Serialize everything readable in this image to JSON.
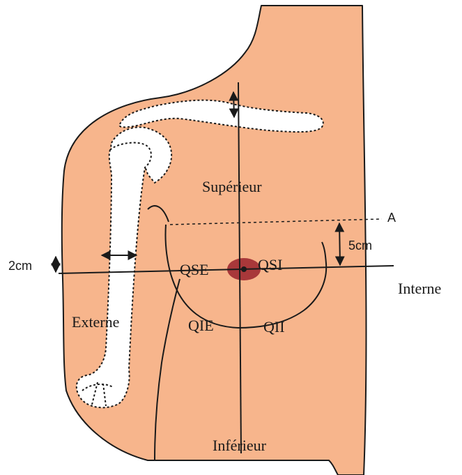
{
  "colors": {
    "skin": "#f7b58c",
    "bone": "#ffffff",
    "outline": "#1a1a1a",
    "lesion": "#a8383a"
  },
  "labels": {
    "superieur": "Supérieur",
    "inferieur": "Inférieur",
    "externe": "Externe",
    "interne": "Interne",
    "qse": "QSE",
    "qsi": "QSI",
    "qie": "QIE",
    "qii": "QII",
    "a": "A",
    "five_cm": "5cm",
    "two_cm": "2cm"
  }
}
